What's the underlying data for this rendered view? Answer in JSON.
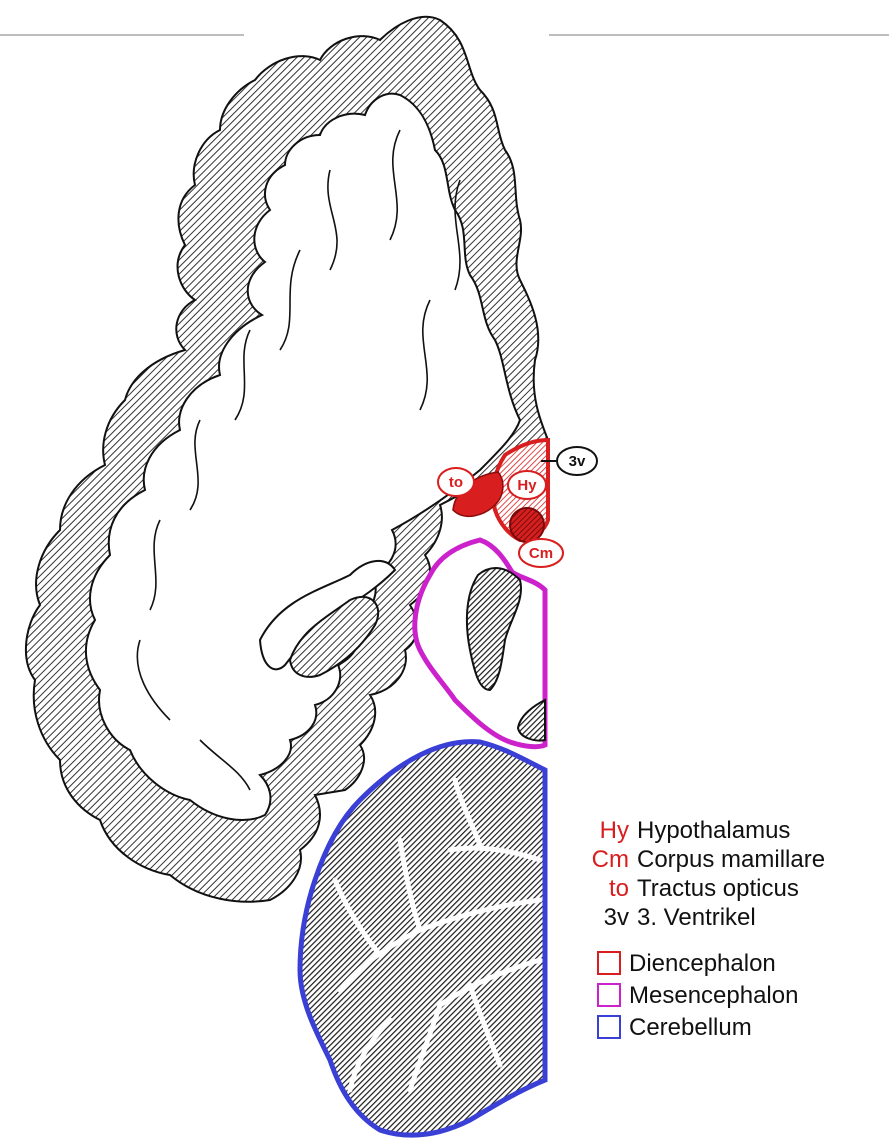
{
  "colors": {
    "diencephalon": "#d81e1e",
    "mesencephalon": "#cc22cc",
    "cerebellum": "#3a3fd6",
    "outline": "#111111",
    "hatch_fill": "#2a2a2a"
  },
  "callouts": {
    "to": "to",
    "hy": "Hy",
    "cm": "Cm",
    "v3": "3v"
  },
  "legend": {
    "abbreviations": [
      {
        "abbr": "Hy",
        "label": "Hypothalamus",
        "color": "#d81e1e"
      },
      {
        "abbr": "Cm",
        "label": "Corpus mamillare",
        "color": "#d81e1e"
      },
      {
        "abbr": "to",
        "label": "Tractus opticus",
        "color": "#d81e1e"
      },
      {
        "abbr": "3v",
        "label": "3. Ventrikel",
        "color": "#111111"
      }
    ],
    "regions": [
      {
        "label": "Diencephalon",
        "color": "#d81e1e"
      },
      {
        "label": "Mesencephalon",
        "color": "#cc22cc"
      },
      {
        "label": "Cerebellum",
        "color": "#3a3fd6"
      }
    ]
  }
}
